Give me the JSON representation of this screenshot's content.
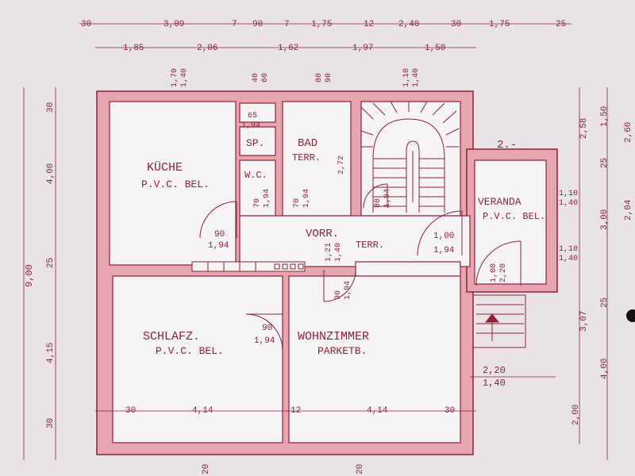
{
  "colors": {
    "paper": "#e9e2e6",
    "ink": "#8a2438",
    "wall_fill": "#e6a5b0",
    "room_fill": "#f6f3f5"
  },
  "rooms": {
    "kitchen": {
      "name": "KÜCHE",
      "floor": "P.V.C. BEL."
    },
    "pantry": {
      "name": "SP."
    },
    "wc": {
      "name": "W.C."
    },
    "bath": {
      "name": "BAD",
      "floor": "TERR."
    },
    "hall": {
      "name": "VORR.",
      "floor": "TERR."
    },
    "veranda": {
      "name": "VERANDA",
      "floor": "P.V.C. BEL."
    },
    "bedroom": {
      "name": "SCHLAFZ.",
      "floor": "P.V.C. BEL."
    },
    "living": {
      "name": "WOHNZIMMER",
      "floor": "PARKETB."
    }
  },
  "top_dims_row1": [
    "30",
    "3,09",
    "7",
    "90",
    "7",
    "1,75",
    "12",
    "2,40",
    "30",
    "1,75",
    "25"
  ],
  "top_dims_row2": [
    "1,85",
    "2,06",
    "1,62",
    "1,97",
    "1,50"
  ],
  "window_marks": [
    {
      "a": "1,70",
      "b": "1,40"
    },
    {
      "a": "40",
      "b": "60"
    },
    {
      "a": "80",
      "b": "90"
    },
    {
      "a": "1,10",
      "b": "1,40"
    }
  ],
  "left_dims": {
    "outer": "9,00",
    "d1": "30",
    "d2": "4,00",
    "d3": "25",
    "d4": "4,15",
    "d5": "30"
  },
  "right_dims": {
    "a": "2,58",
    "b": "1,50",
    "c": "25",
    "d": "2,60",
    "e": "3,00",
    "f": "2,04",
    "g": "3,07",
    "h": "25",
    "i": "4,00",
    "j": "2,00"
  },
  "door_marks": {
    "kitchen_door": {
      "a": "90",
      "b": "1,94"
    },
    "sp_door": {
      "a": "65",
      "b": "1,94"
    },
    "wc_door": {
      "a": "70",
      "b": "1,94"
    },
    "bath_door": {
      "a": "70",
      "b": "1,94"
    },
    "bath_height": "2,72",
    "stair_door": {
      "a": "80",
      "b": "1,94"
    },
    "living_door": {
      "a": "90",
      "b": "1,94"
    },
    "hall_door_right": {
      "a": "1,00",
      "b": "1,94"
    },
    "hall_mid": {
      "a": "1,21",
      "b": "1,40"
    },
    "bedroom_door": {
      "a": "90",
      "b": "1,94"
    },
    "veranda_door": {
      "a": "1,00",
      "b": "2,20"
    },
    "veranda_win1": {
      "a": "1,10",
      "b": "1,40"
    },
    "veranda_win2": {
      "a": "1,10",
      "b": "1,40"
    },
    "veranda_opening": {
      "a": "2,20",
      "b": "1,40"
    }
  },
  "bottom_dims": [
    "30",
    "4,14",
    "12",
    "4,14",
    "30"
  ],
  "bottom_marks": [
    "20",
    "20"
  ],
  "level_mark": "2.-"
}
